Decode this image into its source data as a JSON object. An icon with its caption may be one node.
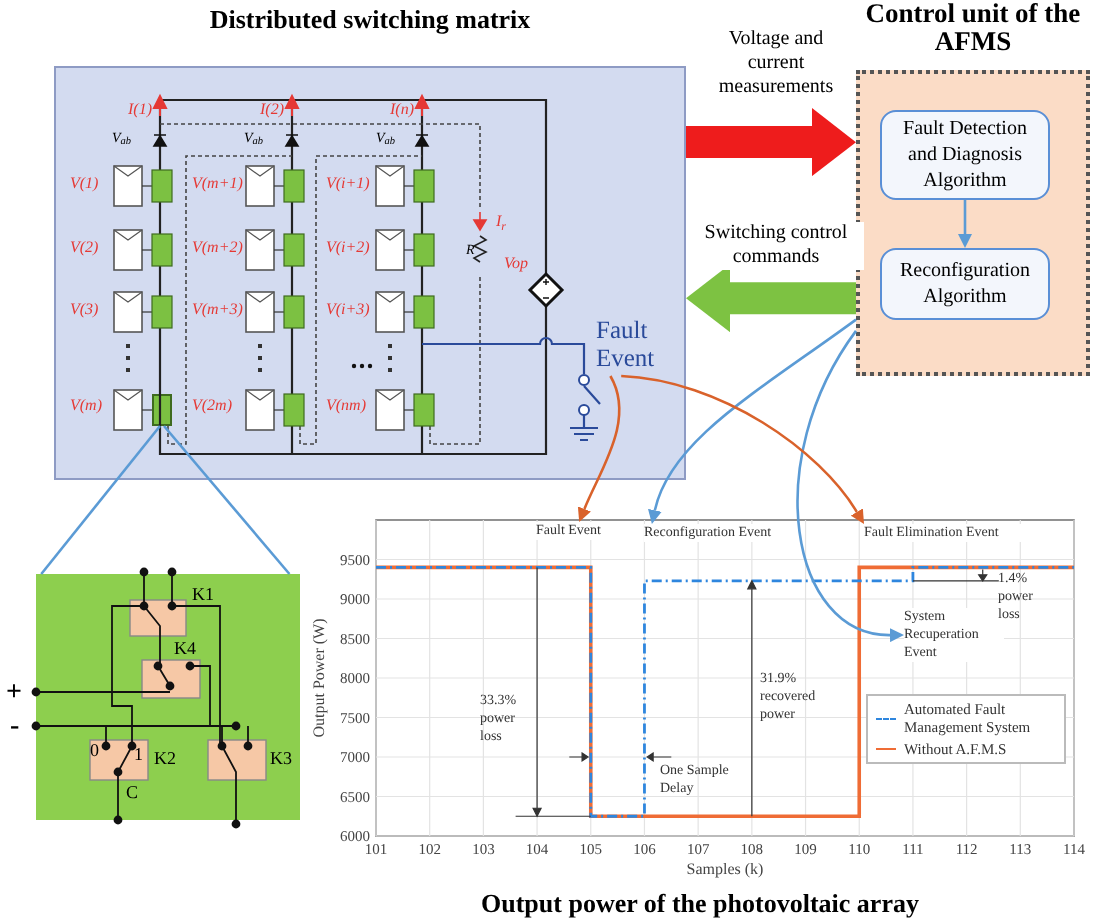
{
  "diagram": {
    "nodes": [
      {
        "text": [
          "Distributed switching matrix"
        ]
      },
      {
        "text": [
          "Control unit of the AFMS"
        ]
      },
      {
        "text": [
          "Fault Detection and Diagnosis Algorithm"
        ],
        "in": 1
      },
      {
        "text": [
          "Reconfiguration Algorithm"
        ],
        "in": 1
      },
      {
        "text": [
          "Fault Event"
        ],
        "in": 0
      },
      {
        "text": [],
        "shape": "box",
        "beside": [
          "+",
          "-"
        ]
      },
      {
        "text": [],
        "shape": "box",
        "in": 0
      },
      {
        "text": [
          "Fault Event"
        ]
      },
      {
        "text": [
          "Reconfiguration Event"
        ]
      },
      {
        "text": [
          "Fault Elimination Event"
        ]
      },
      {
        "text": [
          "System Recuperation Event"
        ]
      }
    ],
    "edges": [
      {
        "from": 0,
        "to": 1,
        "arrow": "to",
        "label": "Voltage and current measurements",
        "style": "thick",
        "color": "#ee1c1c"
      },
      {
        "from": 1,
        "to": 0,
        "arrow": "to",
        "label": "Switching control commands",
        "style": "thick",
        "color": "#7dc242"
      },
      {
        "from": 2,
        "to": 3,
        "arrow": "to"
      },
      {
        "from": 6,
        "to": 5,
        "arrow": "none"
      },
      {
        "from": 6,
        "to": 5,
        "arrow": "none"
      },
      {
        "from": 1,
        "to": 8,
        "arrow": "to"
      },
      {
        "from": 1,
        "to": 10,
        "arrow": "to"
      },
      {
        "from": 4,
        "to": 7,
        "arrow": "to",
        "color": "#d9622b"
      },
      {
        "from": 4,
        "to": 9,
        "arrow": "to",
        "color": "#d9622b"
      }
    ],
    "labels": [
      "I(1)",
      "I(2)",
      "I(n)",
      "V$_{ab}$",
      "V$_{ab}$",
      "V$_{ab}$",
      "V(1)",
      "V(m+1)",
      "V(i+1)",
      "I$_{r}$",
      "V(2)",
      "V(m+2)",
      "V(i+2)",
      "R",
      "Vop",
      "V(3)",
      "V(m+3)",
      "V(i+3)",
      "V(m)",
      "V(2m)",
      "V(nm)",
      "K1",
      "K4",
      "0",
      "1",
      "K2",
      "K3",
      "C"
    ],
    "chart_data": {
      "type": "line",
      "title": "Output power of the photovoltaic array",
      "xlabel": "Samples (k)",
      "ylabel": "Output Power (W)",
      "x": [
        101,
        105,
        105,
        106,
        106,
        110,
        110,
        111,
        111,
        114
      ],
      "series": [
        {
          "name": "Automated Fault Management System",
          "color": "#2e86de",
          "line_style": "dashdot",
          "values": [
            9400,
            9400,
            6250,
            6250,
            9230,
            9230,
            9230,
            9230,
            9400,
            9400
          ]
        },
        {
          "name": "Without A.F.M.S",
          "color": "#ef6c35",
          "line_style": "solid",
          "values": [
            9400,
            9400,
            6250,
            6250,
            6250,
            6250,
            9400,
            9400,
            9400,
            9400
          ]
        }
      ],
      "grid": true,
      "legend": true,
      "xlim": [
        101,
        114
      ],
      "ylim": [
        6000,
        10000
      ],
      "xticks": [
        101,
        102,
        103,
        104,
        105,
        106,
        107,
        108,
        109,
        110,
        111,
        112,
        113,
        114
      ],
      "yticks": [
        6000,
        6500,
        7000,
        7500,
        8000,
        8500,
        9000,
        9500
      ],
      "annotations": [
        "33.3% power loss",
        "31.9% recovered power",
        "1.4% power loss",
        "One Sample Delay"
      ]
    }
  }
}
